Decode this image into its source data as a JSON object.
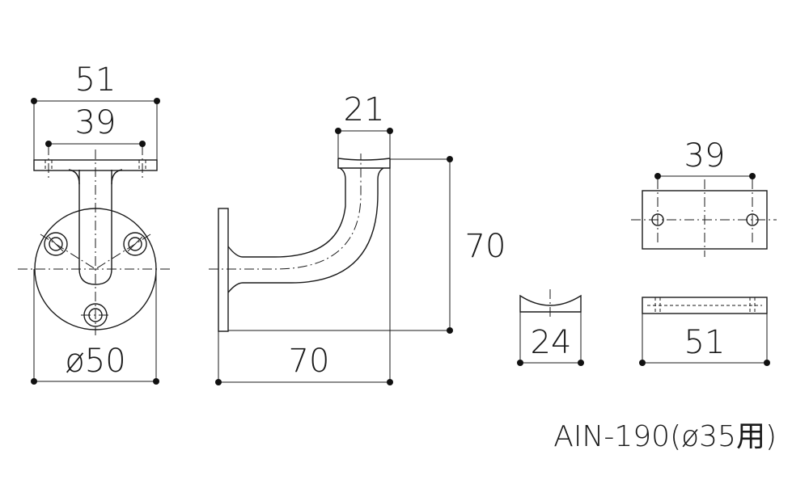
{
  "model_label": "AIN-190(ø35用)",
  "front_view": {
    "plate_overall_width": "51",
    "hole_pitch": "39",
    "base_diameter": "ø50"
  },
  "side_view": {
    "top_plate_width": "21",
    "height": "70",
    "depth": "70"
  },
  "top_plate_views": {
    "hole_pitch": "39",
    "plate_length": "51",
    "saddle_width": "24"
  }
}
